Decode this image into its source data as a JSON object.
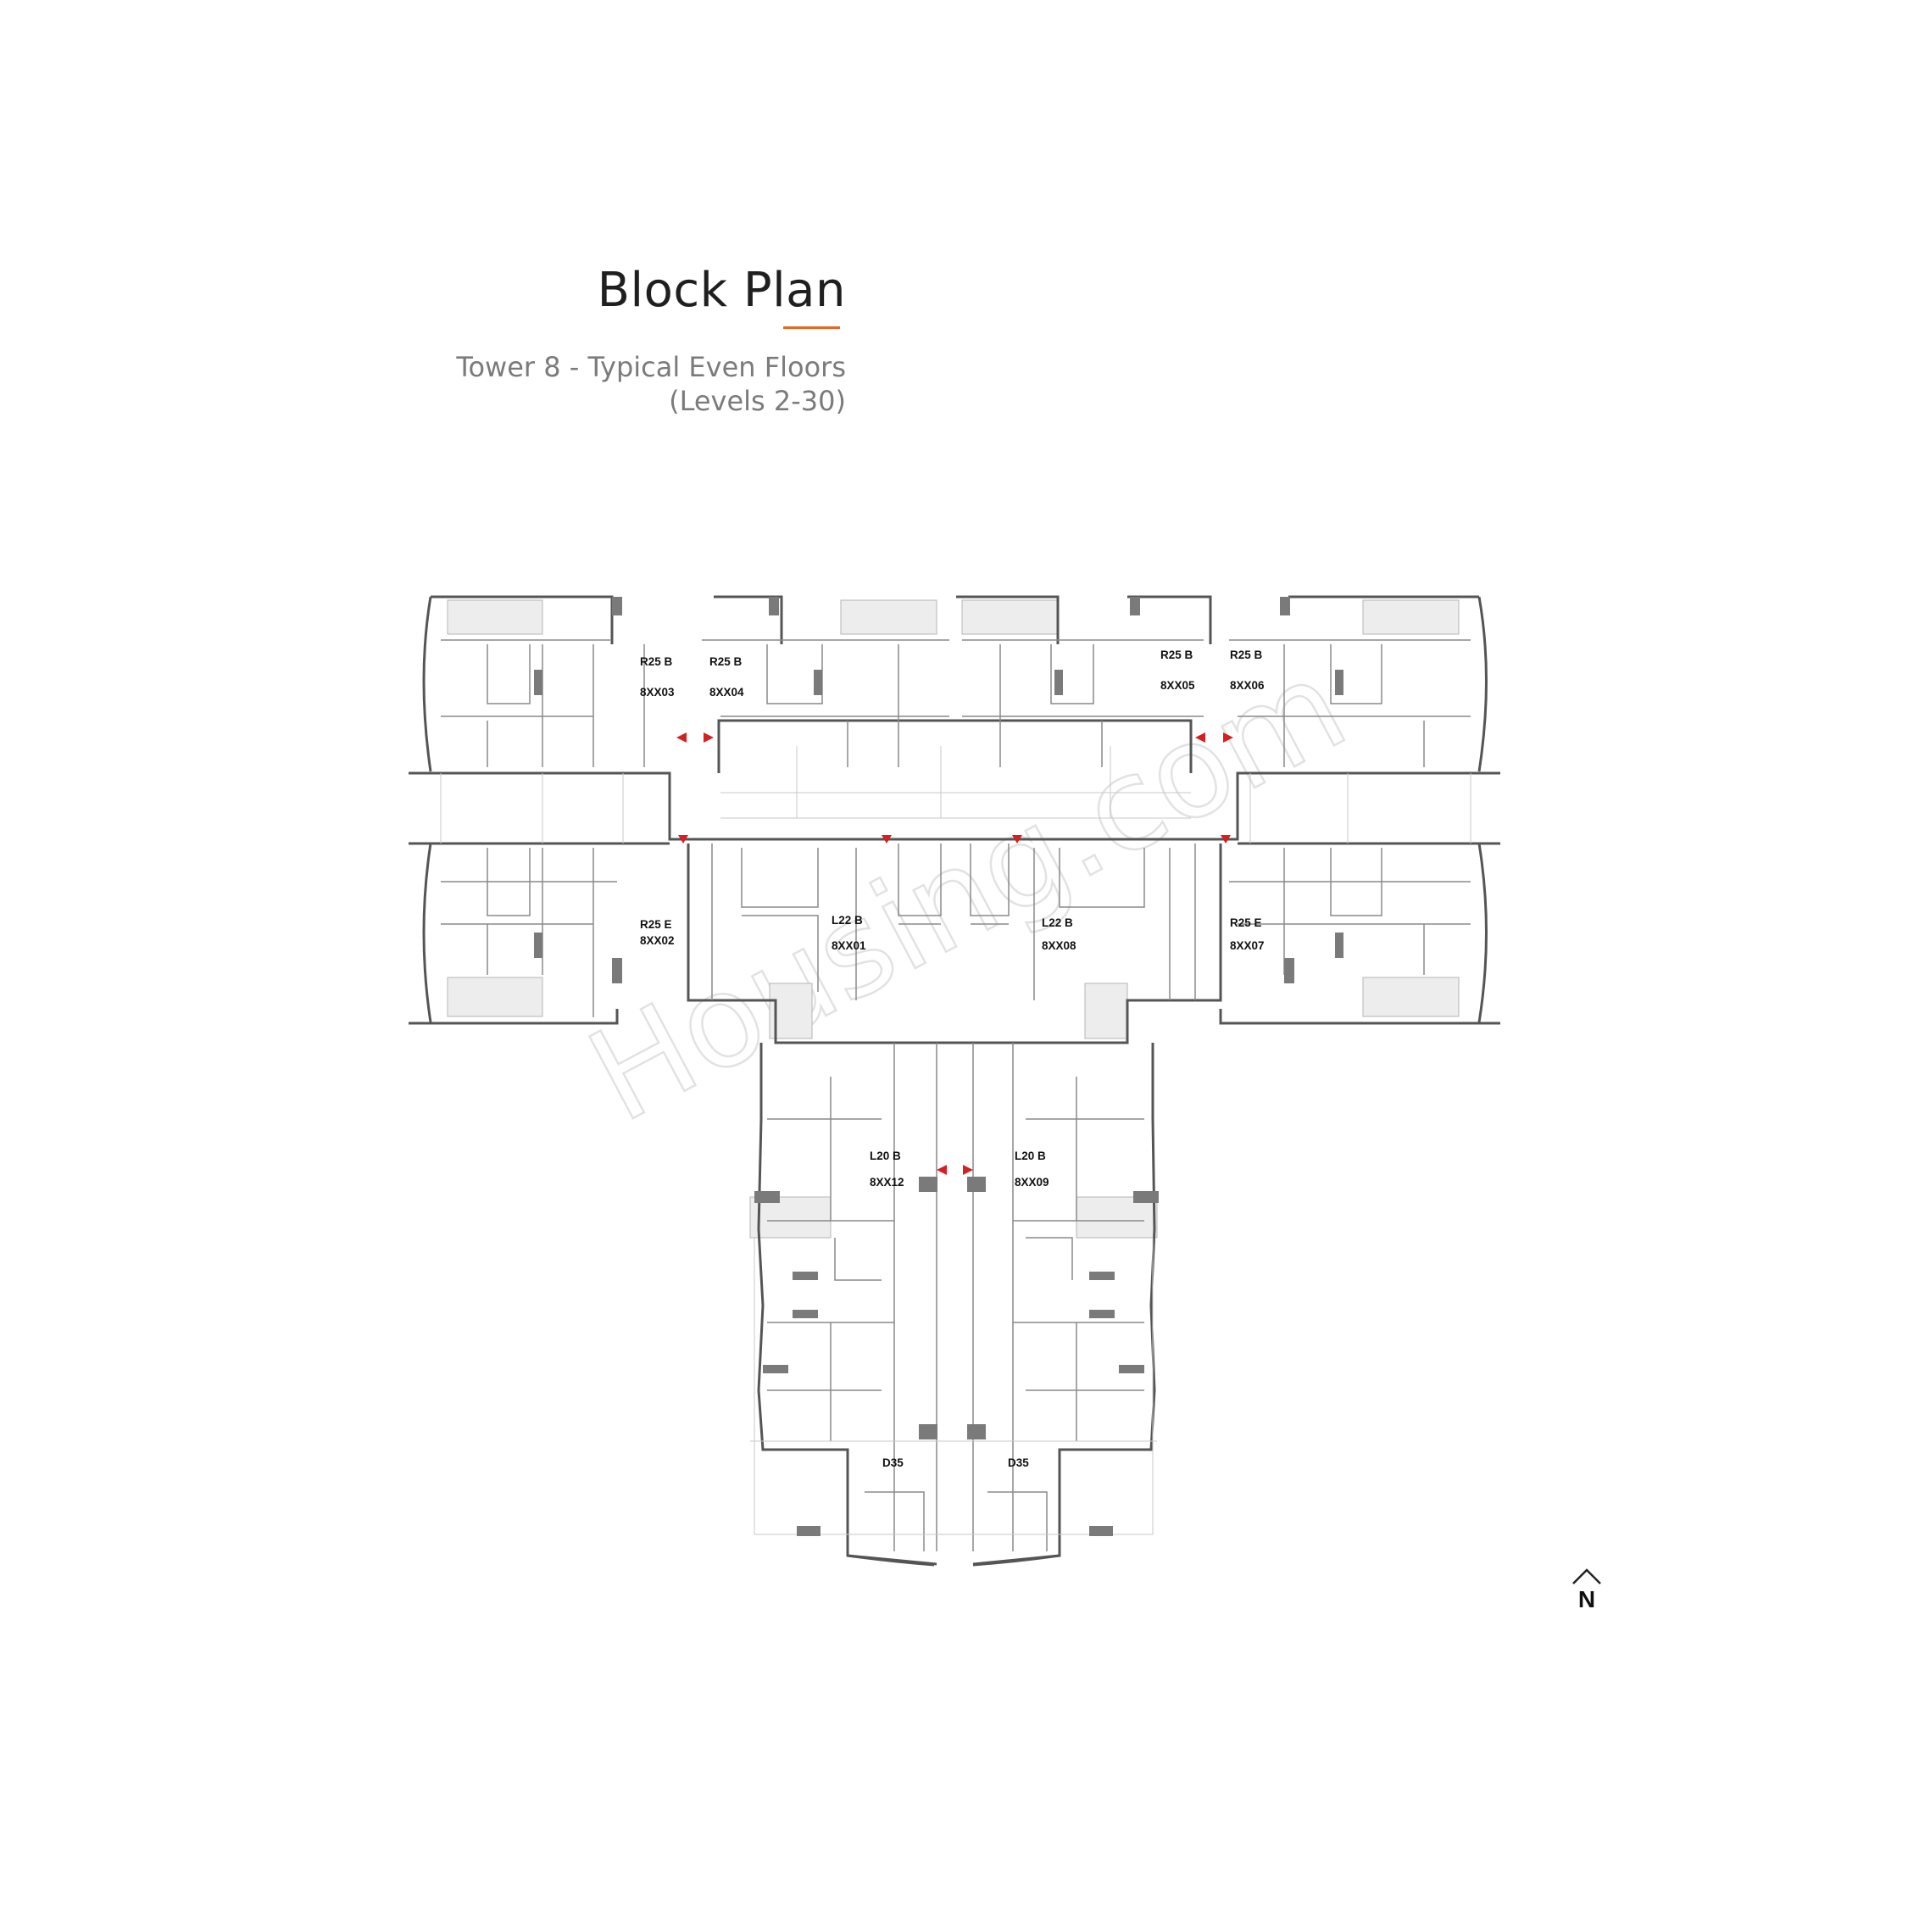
{
  "header": {
    "title": "Block Plan",
    "subtitle_line1": "Tower 8 - Typical Even Floors",
    "subtitle_line2": "(Levels 2-30)",
    "accent_color": "#e8661f"
  },
  "units": [
    {
      "type": "R25 B",
      "number": "8XX03"
    },
    {
      "type": "R25 B",
      "number": "8XX04"
    },
    {
      "type": "R25 B",
      "number": "8XX05"
    },
    {
      "type": "R25 B",
      "number": "8XX06"
    },
    {
      "type": "R25 E",
      "number": "8XX02"
    },
    {
      "type": "L22 B",
      "number": "8XX01"
    },
    {
      "type": "L22 B",
      "number": "8XX08"
    },
    {
      "type": "R25 E",
      "number": "8XX07"
    },
    {
      "type": "L20 B",
      "number": "8XX12"
    },
    {
      "type": "L20 B",
      "number": "8XX09"
    },
    {
      "type": "D35",
      "number": ""
    },
    {
      "type": "D35",
      "number": ""
    }
  ],
  "north_arrow": {
    "label": "N",
    "icon": "north-arrow-icon"
  },
  "watermark": {
    "text": "Housing.com"
  },
  "colors": {
    "wall": "#555555",
    "column": "#7a7a7a",
    "thin_line": "#9a9a9a",
    "balcony": "#ededed",
    "entry_marker": "#d42020"
  }
}
